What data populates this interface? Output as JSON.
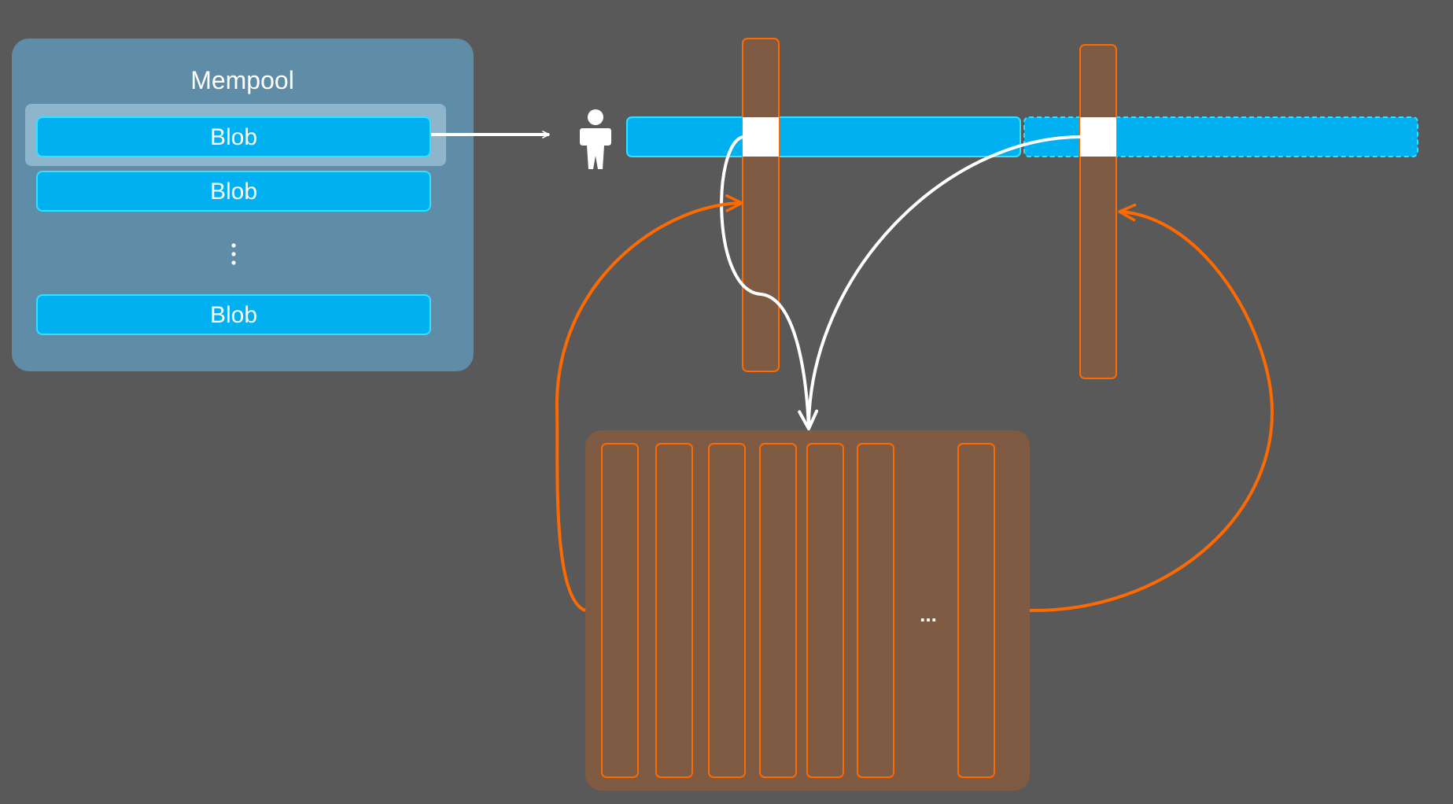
{
  "mempool": {
    "title": "Mempool",
    "blobs": [
      {
        "label": "Blob",
        "selected": true
      },
      {
        "label": "Blob",
        "selected": false
      },
      {
        "label": "Blob",
        "selected": false
      }
    ],
    "ellipsis": "⋮"
  },
  "storage": {
    "ellipsis": "..."
  },
  "icons": {
    "user": "person-icon"
  },
  "colors": {
    "background": "#595959",
    "mempool_panel": "#5f8ca6",
    "blob": "#00b0f0",
    "blob_border": "#33e0ff",
    "column_fill": "#7f5b43",
    "orange": "#ff6a00",
    "white": "#ffffff"
  }
}
